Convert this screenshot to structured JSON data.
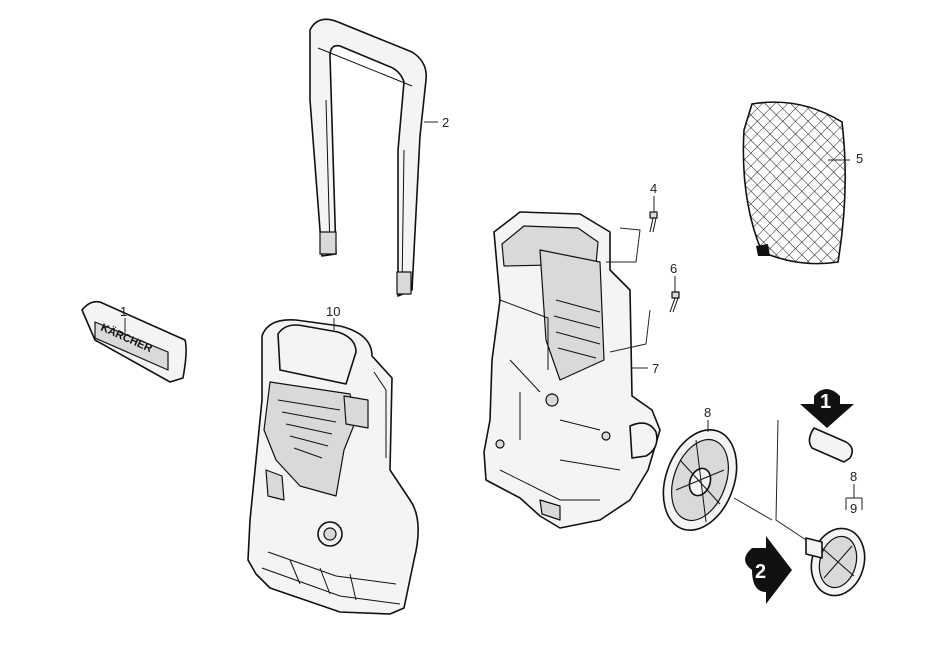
{
  "parts": [
    {
      "id": "1",
      "label": "1"
    },
    {
      "id": "2",
      "label": "2"
    },
    {
      "id": "4",
      "label": "4"
    },
    {
      "id": "5",
      "label": "5"
    },
    {
      "id": "6",
      "label": "6"
    },
    {
      "id": "7",
      "label": "7"
    },
    {
      "id": "8a",
      "label": "8"
    },
    {
      "id": "8b",
      "label": "8"
    },
    {
      "id": "9",
      "label": "9"
    },
    {
      "id": "10",
      "label": "10"
    }
  ],
  "steps": [
    {
      "id": "step1",
      "label": "1"
    },
    {
      "id": "step2",
      "label": "2"
    }
  ],
  "logo_text": "KÄRCHER",
  "colors": {
    "line": "#111111",
    "fill": "#f4f4f4",
    "marker": "#111111"
  }
}
